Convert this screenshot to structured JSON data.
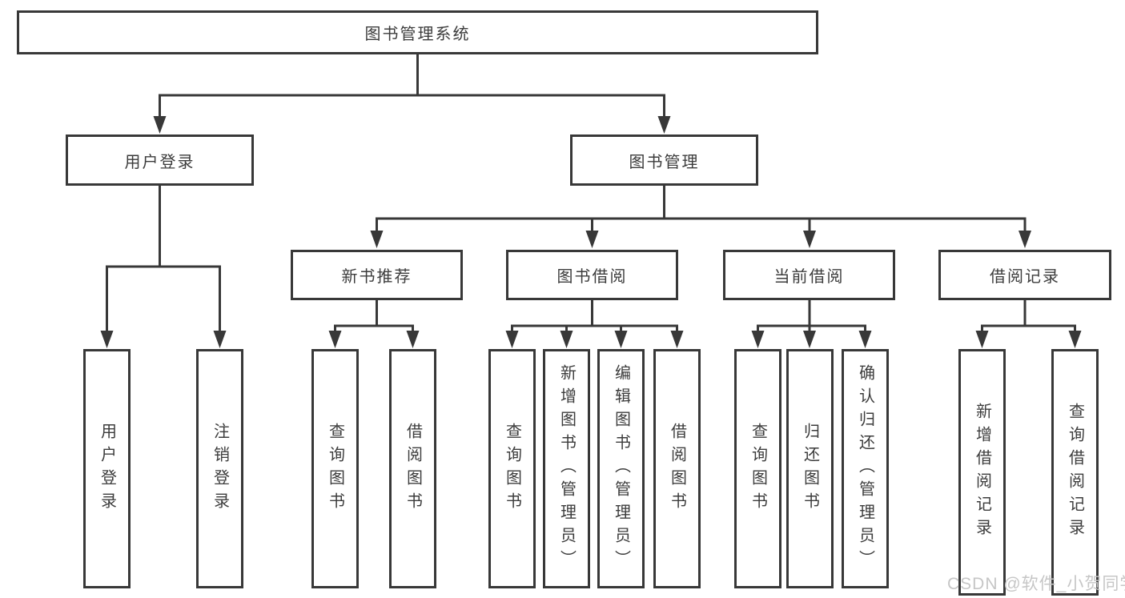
{
  "diagram": {
    "type": "tree",
    "title": "图书管理系统",
    "root": {
      "label": "图书管理系统",
      "children": [
        {
          "label": "用户登录",
          "children": [
            {
              "label": "用户登录"
            },
            {
              "label": "注销登录"
            }
          ]
        },
        {
          "label": "图书管理",
          "children": [
            {
              "label": "新书推荐",
              "children": [
                {
                  "label": "查询图书"
                },
                {
                  "label": "借阅图书"
                }
              ]
            },
            {
              "label": "图书借阅",
              "children": [
                {
                  "label": "查询图书"
                },
                {
                  "label": "新增图书（管理员）"
                },
                {
                  "label": "编辑图书（管理员）"
                },
                {
                  "label": "借阅图书"
                }
              ]
            },
            {
              "label": "当前借阅",
              "children": [
                {
                  "label": "查询图书"
                },
                {
                  "label": "归还图书"
                },
                {
                  "label": "确认归还（管理员）"
                }
              ]
            },
            {
              "label": "借阅记录",
              "children": [
                {
                  "label": "新增借阅记录"
                },
                {
                  "label": "查询借阅记录"
                }
              ]
            }
          ]
        }
      ]
    },
    "colors": {
      "line": "#383838",
      "text": "#3c3c3c",
      "background": "#ffffff",
      "watermark": "#c6c6c6"
    }
  },
  "watermark": {
    "text": "CSDN @软件_小贺同学"
  }
}
